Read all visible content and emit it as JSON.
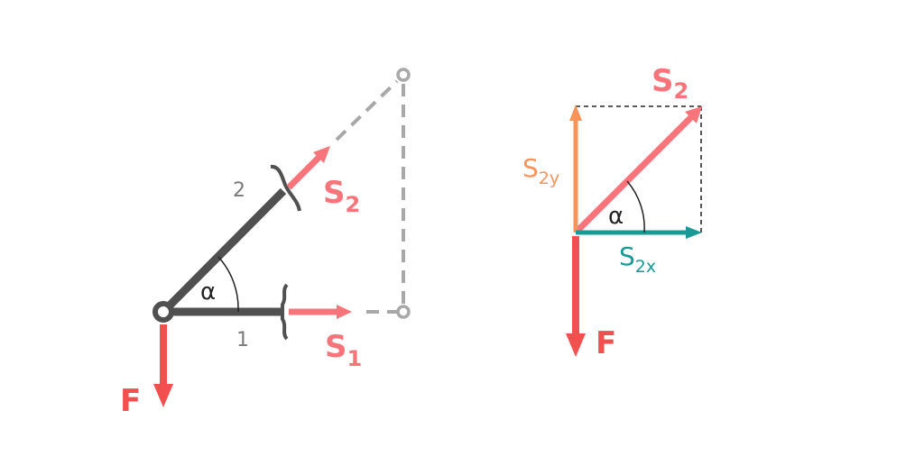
{
  "left_diagram": {
    "bar1_label": "1",
    "bar2_label": "2",
    "angle_label": "α",
    "force_label": "F",
    "s1_label": {
      "main": "S",
      "sub": "1"
    },
    "s2_label": {
      "main": "S",
      "sub": "2"
    }
  },
  "right_diagram": {
    "s2_label": {
      "main": "S",
      "sub": "2"
    },
    "s2y_label": {
      "main": "S",
      "sub": "2y"
    },
    "s2x_label": {
      "main": "S",
      "sub": "2x"
    },
    "angle_label": "α",
    "force_label": "F"
  },
  "colors": {
    "bar": "#505050",
    "dashed": "#a8a8a8",
    "force_red": "#f24f4f",
    "pink": "#f7757a",
    "orange": "#f8935a",
    "teal": "#1a9a94",
    "bar_label": "#7a7a7a",
    "black": "#222222"
  }
}
